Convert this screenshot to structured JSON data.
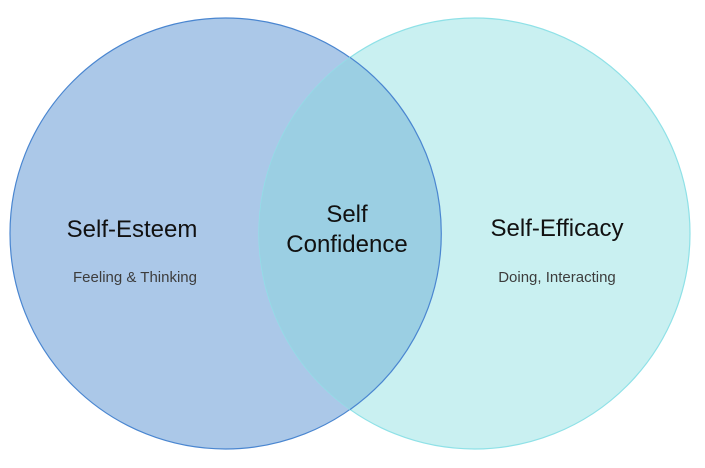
{
  "diagram": {
    "type": "venn",
    "colors": {
      "left_fill": "#abc8e8",
      "left_stroke": "#4a86d0",
      "right_fill": "#c9f0f1",
      "right_stroke": "#8fe1e7",
      "overlap_fill": "#9bcfe3"
    },
    "left": {
      "title": "Self-Esteem",
      "subtitle": "Feeling & Thinking"
    },
    "right": {
      "title": "Self-Efficacy",
      "subtitle": "Doing, Interacting"
    },
    "overlap": {
      "line1": "Self",
      "line2": "Confidence"
    }
  }
}
